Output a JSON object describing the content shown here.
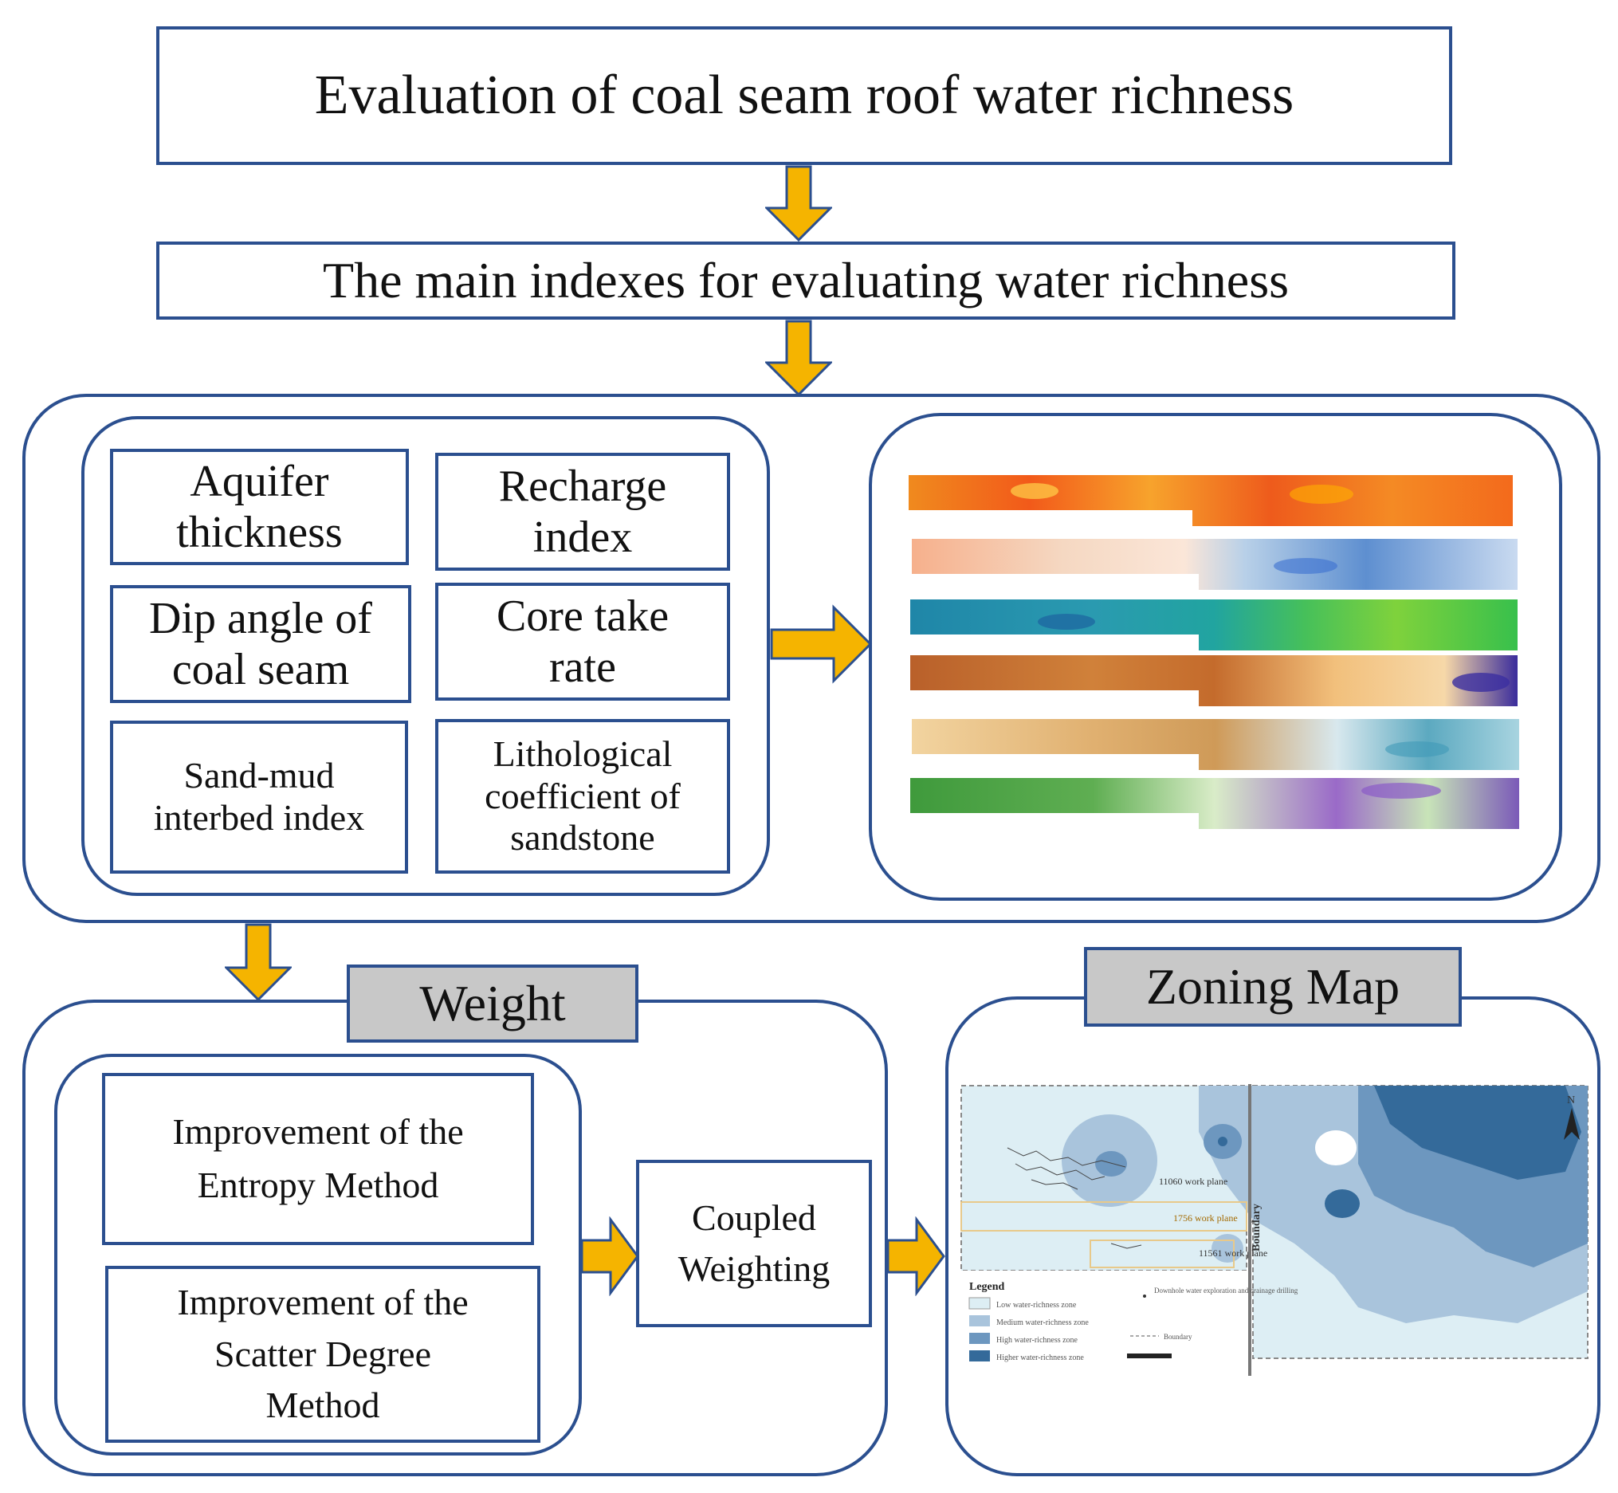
{
  "title": "Evaluation of coal seam roof water richness",
  "subtitle": "The main indexes for evaluating water richness",
  "indexes": [
    "Aquifer\nthickness",
    "Recharge\nindex",
    "Dip angle of\ncoal seam",
    "Core take\nrate",
    "Sand-mud\ninterbed index",
    "Lithological\ncoefficient of\nsandstone"
  ],
  "weight_label": "Weight",
  "methods": [
    "Improvement of the\nEntropy Method",
    "Improvement of the\nScatter Degree\nMethod"
  ],
  "coupled": "Coupled\nWeighting",
  "zoning_label": "Zoning Map",
  "map": {
    "legend_title": "Legend",
    "legend_items": [
      "Low water-richness zone",
      "Medium water-richness zone",
      "High water-richness zone",
      "Higher water-richness zone"
    ],
    "legend_right": [
      "Downhole water exploration and drainage drilling",
      "Boundary"
    ],
    "place_labels": [
      "11060 work plane",
      "1756 work plane",
      "11561 work plane"
    ],
    "boundary_label": "Boundary",
    "north": "N"
  },
  "colors": {
    "border": "#2b4f8f",
    "arrow": "#f5b400",
    "arrow_stroke": "#2b4f8f",
    "gray": "#c8c8c8",
    "map_low": "#ddeef4",
    "map_medium": "#a9c4dc",
    "map_high": "#6d97bf",
    "map_higher": "#346a9a"
  }
}
